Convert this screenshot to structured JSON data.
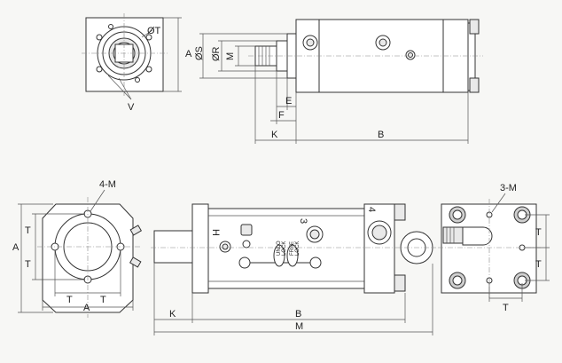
{
  "labels": {
    "phiT": "ØT",
    "A_top": "A",
    "V": "V",
    "phiS": "ØS",
    "phiR": "ØR",
    "M_top": "M",
    "E": "E",
    "F": "F",
    "K_top": "K",
    "B_top": "B",
    "fourM": "4-M",
    "A_left": "A",
    "T_left_upper": "T",
    "T_left_lower": "T",
    "T_bottom_left": "T",
    "T_bottom_right": "T",
    "A_bottom": "A",
    "H": "H",
    "three": "3",
    "four": "4",
    "K_bottom": "K",
    "B_bottom": "B",
    "M_bottom": "M",
    "threeM": "3-M",
    "T_right_upper": "T",
    "T_right_lower": "T",
    "T_right_bottom": "T",
    "valve_left_top": "UNLO",
    "valve_left_bottom": "LOCK",
    "valve_right_top": "FREE",
    "valve_right_bottom": "LOCK"
  }
}
